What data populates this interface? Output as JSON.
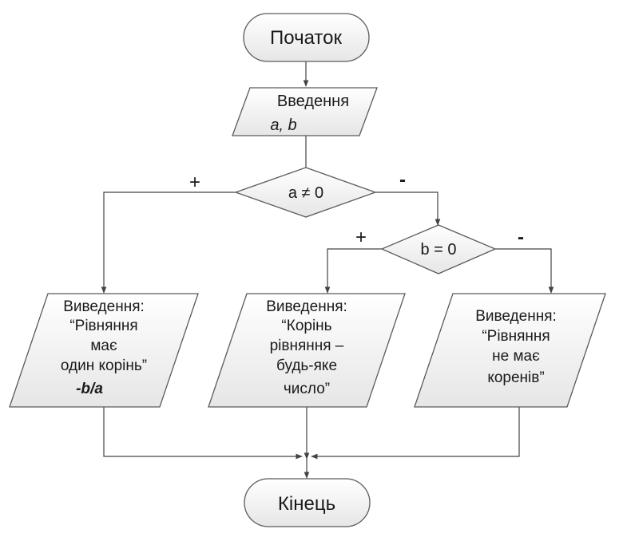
{
  "start": {
    "label": "Початок"
  },
  "input": {
    "line1": "Введення",
    "line2": "a, b"
  },
  "decision1": {
    "label": "a ≠ 0",
    "yes_label": "+",
    "no_label": "-"
  },
  "decision2": {
    "label": "b = 0",
    "yes_label": "+",
    "no_label": "-"
  },
  "output1": {
    "lines": [
      "Виведення:",
      "“Рівняння",
      "має",
      "один корінь”",
      "-b/a"
    ]
  },
  "output2": {
    "lines": [
      "Виведення:",
      "“Корінь",
      "рівняння –",
      "будь-яке",
      "число”"
    ]
  },
  "output3": {
    "lines": [
      "Виведення:",
      "“Рівняння",
      "не має",
      "коренів”"
    ]
  },
  "end": {
    "label": "Кінець"
  }
}
